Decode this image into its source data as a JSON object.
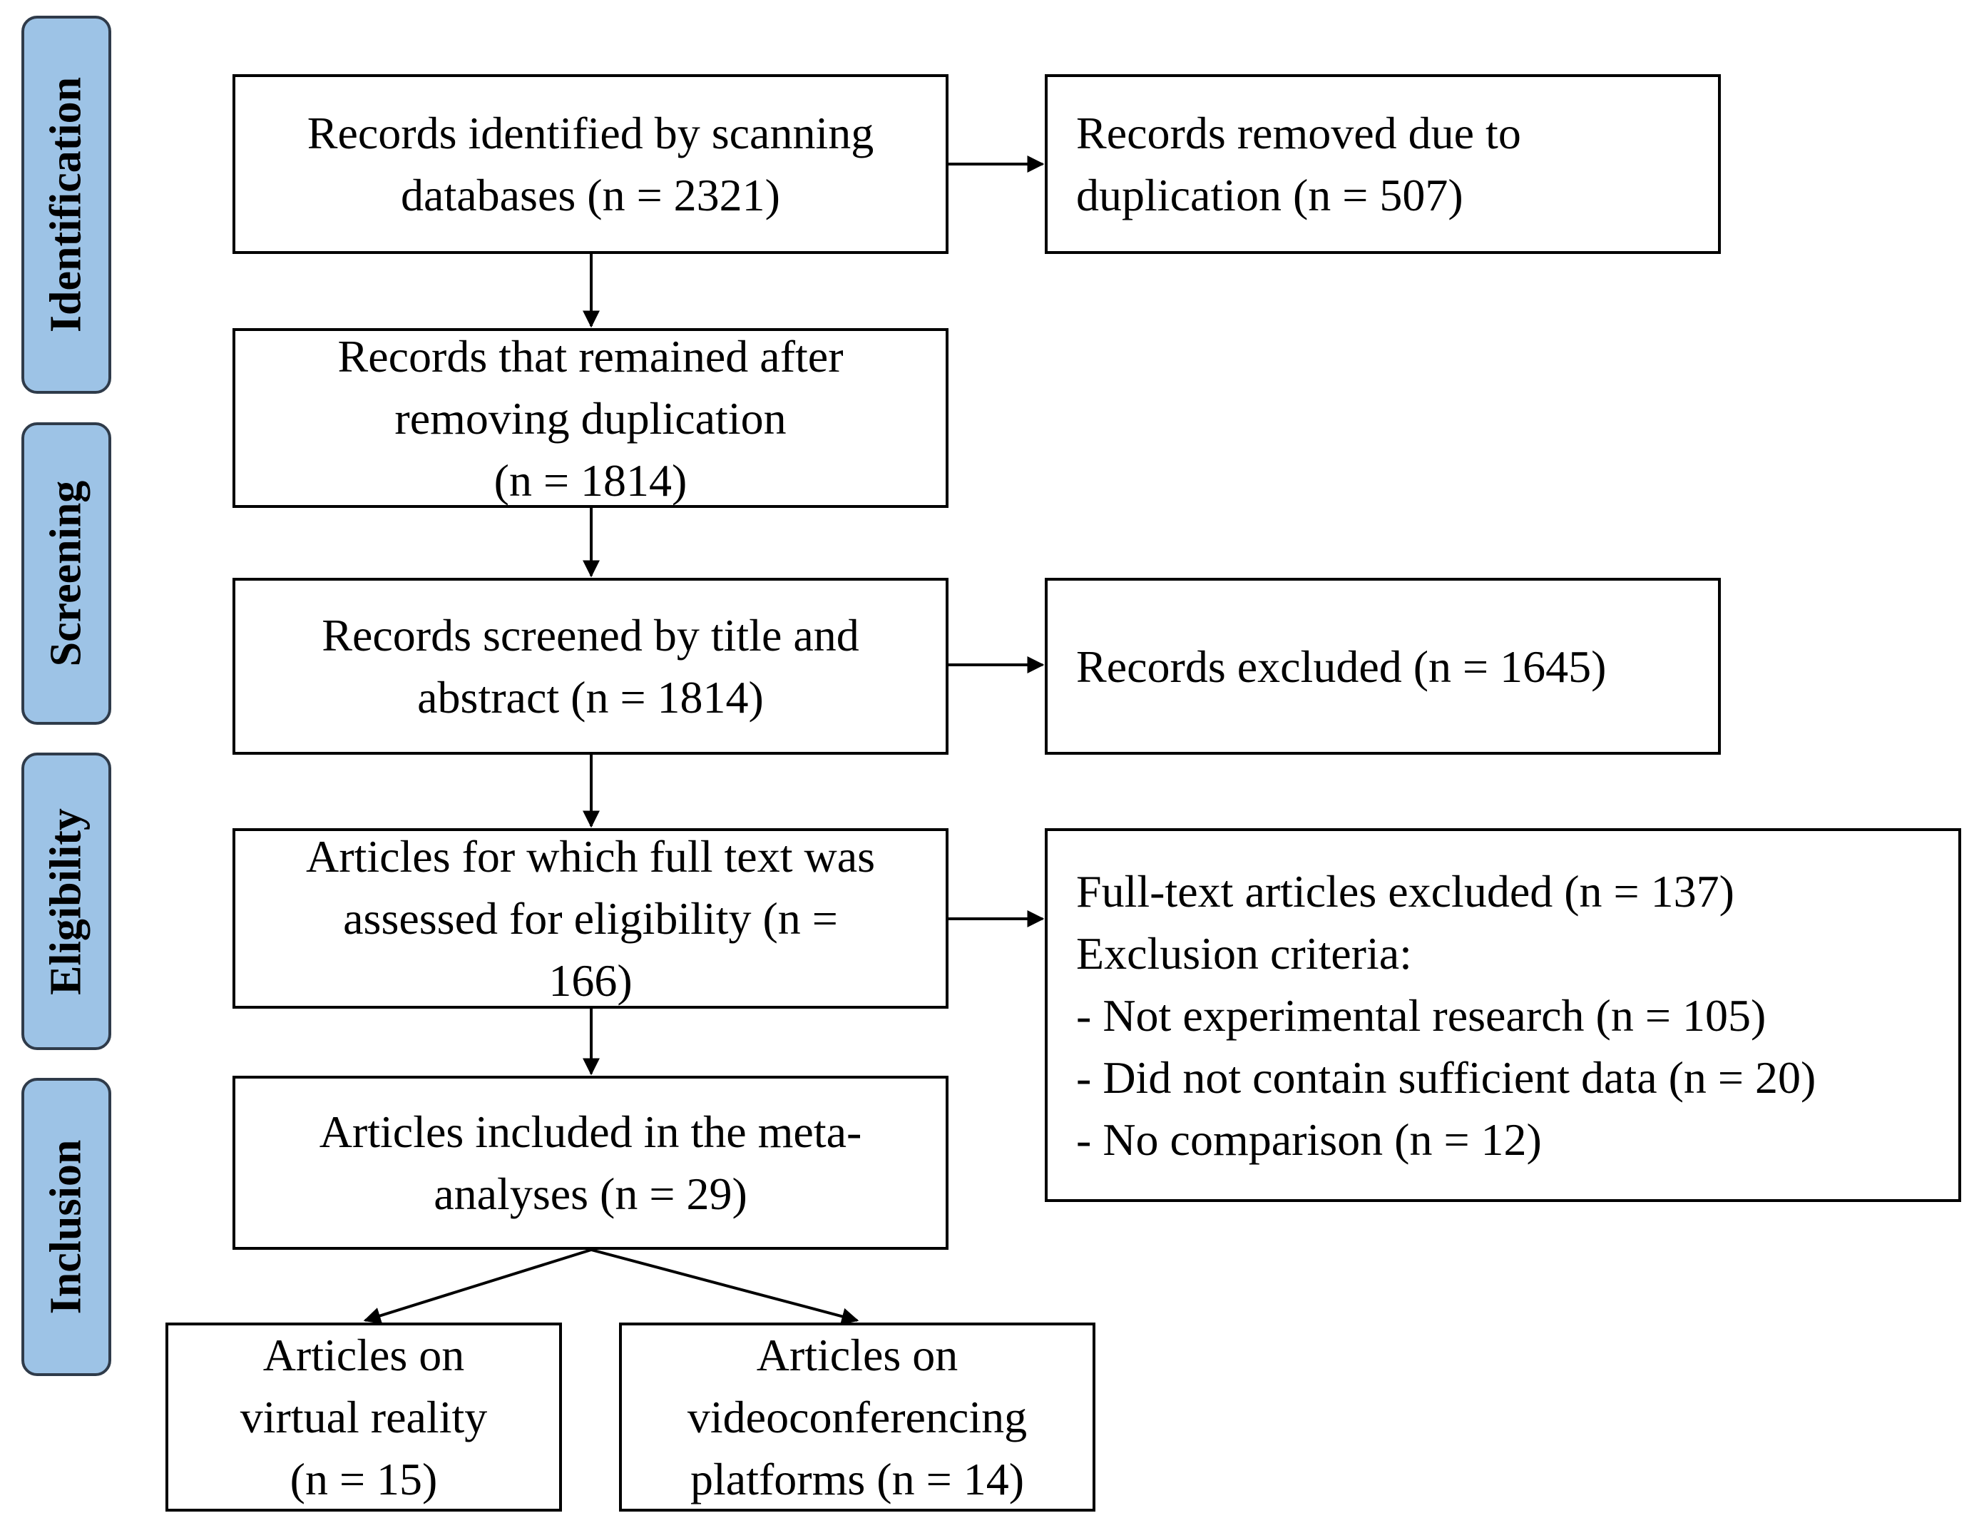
{
  "stages": {
    "identification": "Identification",
    "screening": "Screening",
    "eligibility": "Eligibility",
    "inclusion": "Inclusion"
  },
  "boxes": {
    "identified": [
      "Records identified by scanning",
      "databases (n = 2321)"
    ],
    "duplicates_removed": [
      "Records removed due to",
      "duplication (n = 507)"
    ],
    "remaining": [
      "Records that remained after",
      "removing duplication",
      "(n = 1814)"
    ],
    "screened": [
      "Records screened by title and",
      "abstract (n = 1814)"
    ],
    "excluded": [
      "Records excluded (n = 1645)"
    ],
    "fulltext_assessed": [
      "Articles for which full text was",
      "assessed for eligibility (n =",
      "166)"
    ],
    "fulltext_excluded": [
      "Full-text articles excluded (n = 137)",
      "Exclusion criteria:",
      "- Not experimental research (n = 105)",
      "- Did not contain sufficient data (n = 20)",
      "- No comparison (n = 12)"
    ],
    "included": [
      "Articles included in the meta-",
      "analyses (n = 29)"
    ],
    "virtual_reality": [
      "Articles on",
      "virtual reality",
      "(n = 15)"
    ],
    "videoconferencing": [
      "Articles on",
      "videoconferencing",
      "platforms (n = 14)"
    ]
  },
  "colors": {
    "stage_fill": "#9dc3e6",
    "stage_border": "#2f3b4a",
    "box_border": "#000000"
  }
}
